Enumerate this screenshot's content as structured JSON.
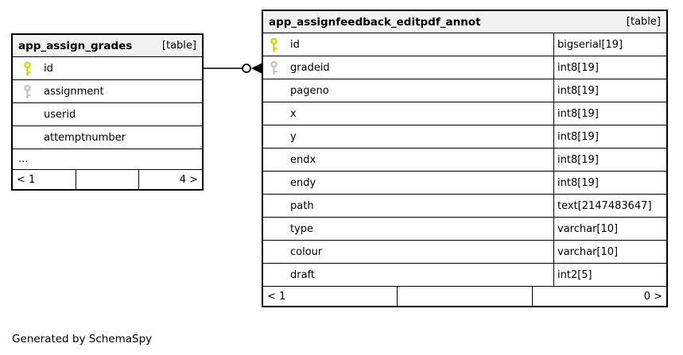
{
  "page": {
    "generated_by": "Generated by SchemaSpy"
  },
  "colors": {
    "primary_key": "#d6d600",
    "foreign_key": "#c4c4c4",
    "header_bg": "#f2f2f2",
    "border": "#000000"
  },
  "relationship": {
    "from_table": "app_assign_grades",
    "from_column": "id",
    "to_table": "app_assignfeedback_editpdf_annot",
    "to_column": "gradeid"
  },
  "tables": [
    {
      "name": "app_assign_grades",
      "tag": "[table]",
      "columns": [
        {
          "name": "id",
          "key": "primary"
        },
        {
          "name": "assignment",
          "key": "foreign"
        },
        {
          "name": "userid"
        },
        {
          "name": "attemptnumber"
        }
      ],
      "more": "...",
      "footer": {
        "left": "< 1",
        "middle": "",
        "right": "4 >"
      }
    },
    {
      "name": "app_assignfeedback_editpdf_annot",
      "tag": "[table]",
      "columns": [
        {
          "name": "id",
          "key": "primary",
          "type": "bigserial[19]"
        },
        {
          "name": "gradeid",
          "key": "foreign",
          "type": "int8[19]"
        },
        {
          "name": "pageno",
          "type": "int8[19]"
        },
        {
          "name": "x",
          "type": "int8[19]"
        },
        {
          "name": "y",
          "type": "int8[19]"
        },
        {
          "name": "endx",
          "type": "int8[19]"
        },
        {
          "name": "endy",
          "type": "int8[19]"
        },
        {
          "name": "path",
          "type": "text[2147483647]"
        },
        {
          "name": "type",
          "type": "varchar[10]"
        },
        {
          "name": "colour",
          "type": "varchar[10]"
        },
        {
          "name": "draft",
          "type": "int2[5]"
        }
      ],
      "footer": {
        "left": "< 1",
        "middle": "",
        "right": "0 >"
      }
    }
  ]
}
